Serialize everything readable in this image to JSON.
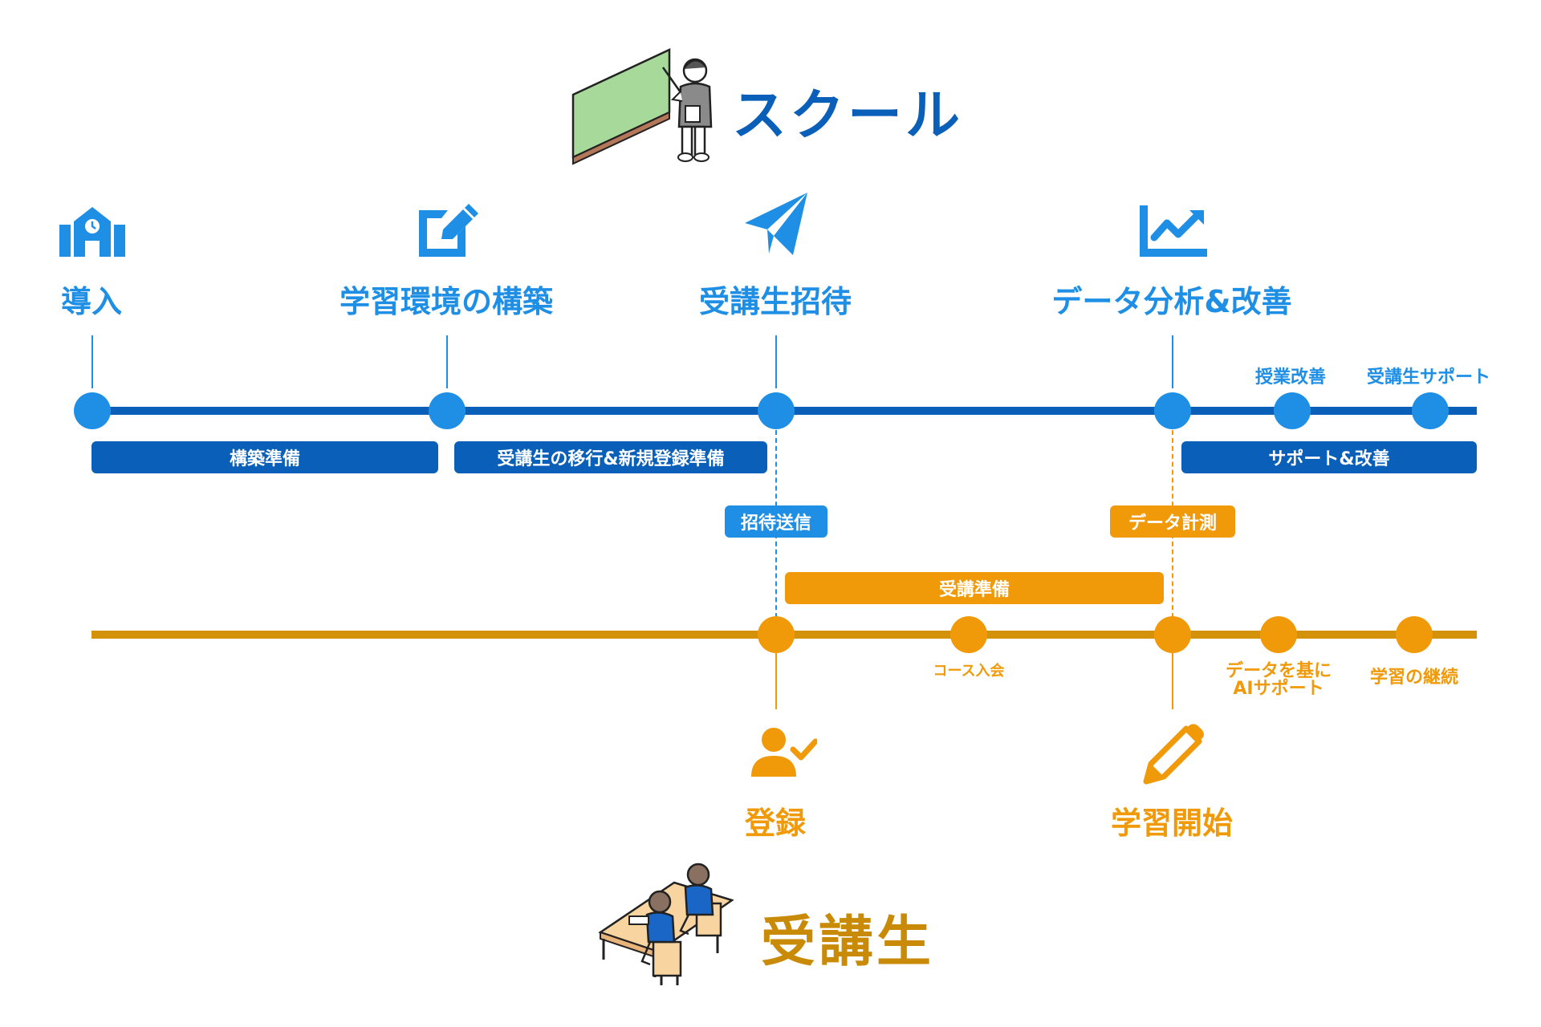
{
  "school": {
    "title": "スクール",
    "milestones": [
      {
        "label": "導入",
        "icon": "school-building-icon"
      },
      {
        "label": "学習環境の構築",
        "icon": "edit-icon"
      },
      {
        "label": "受講生招待",
        "icon": "paper-plane-icon"
      },
      {
        "label": "データ分析&改善",
        "icon": "chart-line-icon"
      }
    ],
    "sub_points": [
      "授業改善",
      "受講生サポート"
    ],
    "phases": [
      "構築準備",
      "受講生の移行&新規登録準備",
      "サポート&改善"
    ],
    "events": [
      "招待送信",
      "データ計測"
    ]
  },
  "student": {
    "title": "受講生",
    "phase": "受講準備",
    "points": [
      "コース入会",
      "データを基に\nAIサポート",
      "学習の継続"
    ],
    "milestones": [
      {
        "label": "登録",
        "icon": "user-check-icon"
      },
      {
        "label": "学習開始",
        "icon": "pencil-icon"
      }
    ]
  },
  "colors": {
    "blue": "#1f8fe6",
    "dark_blue": "#0a5fb8",
    "orange": "#f09a0a",
    "gold": "#d4920a",
    "title_blue": "#0a5fb8",
    "title_gold": "#c98a08"
  }
}
